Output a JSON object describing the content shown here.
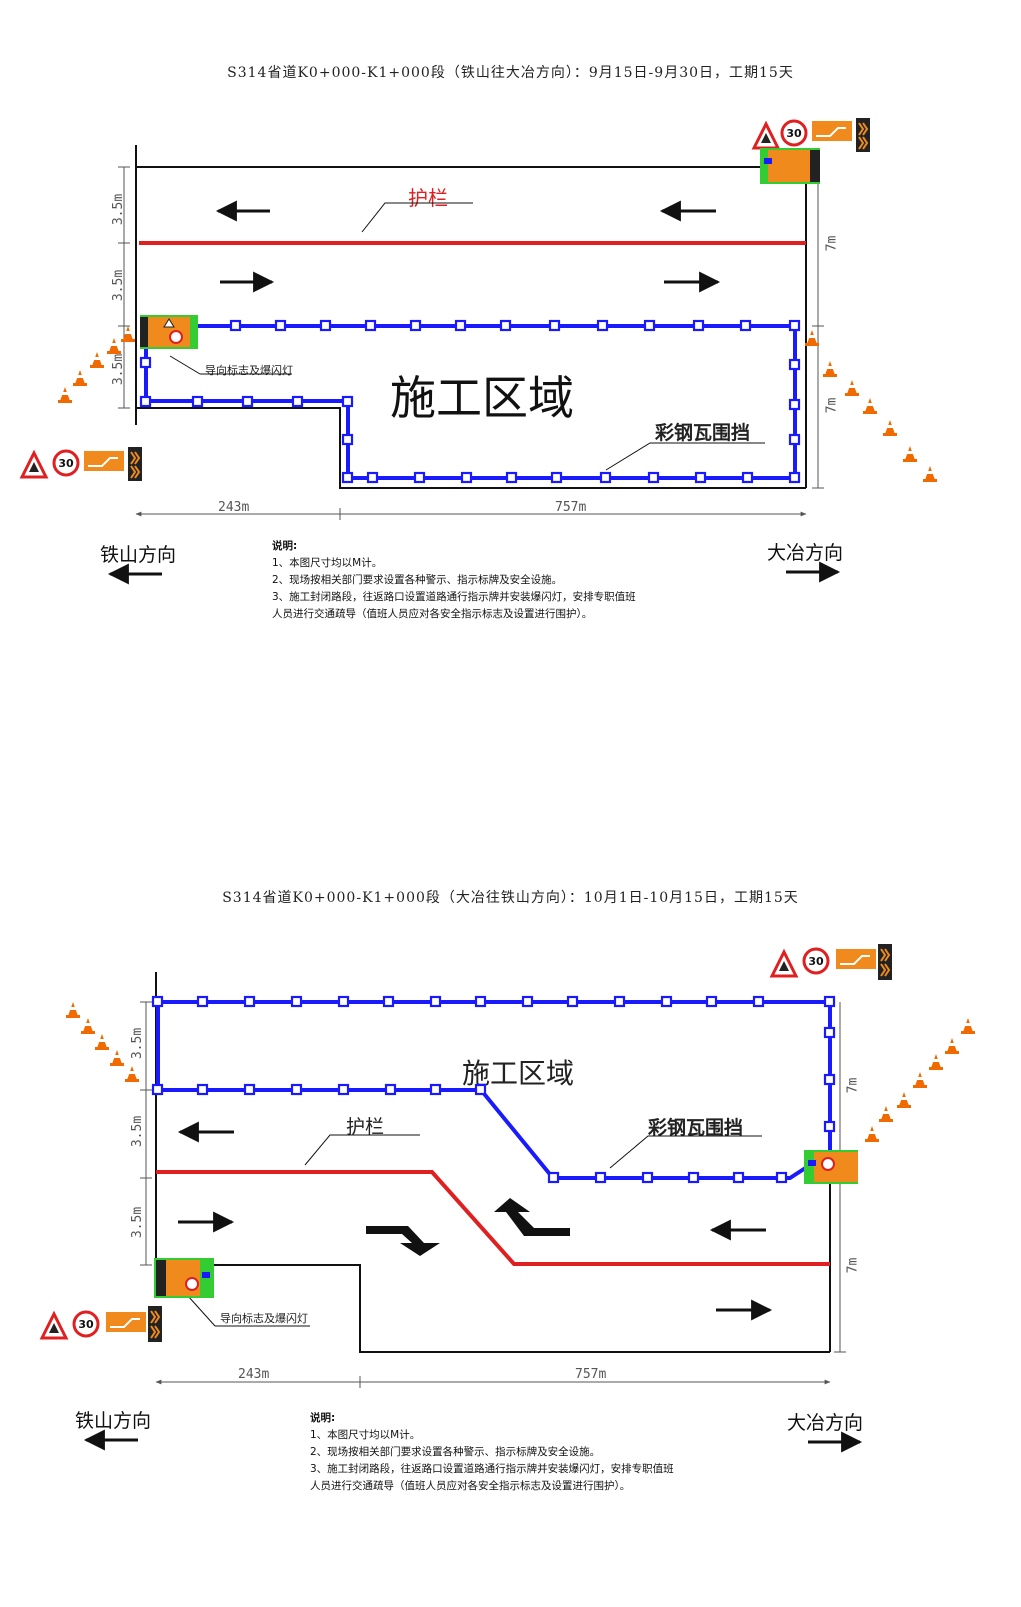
{
  "panel1": {
    "title": "S314省道K0+000-K1+000段（铁山往大冶方向）：9月15日-9月30日，工期15天",
    "zone_label": "施工区域",
    "guardrail_label": "护栏",
    "fence_label": "彩钢瓦围挡",
    "sign_label": "导向标志及爆闪灯",
    "dim_left": "243m",
    "dim_right": "757m",
    "lane_dim": "3.5m",
    "half_dim": "7m",
    "dir_left": "铁山方向",
    "dir_right": "大冶方向",
    "notes_title": "说明:",
    "notes": [
      "1、本图尺寸均以M计。",
      "2、现场按相关部门要求设置各种警示、指示标牌及安全设施。",
      "3、施工封闭路段，往返路口设置道路通行指示牌并安装爆闪灯，安排专职值班",
      "人员进行交通疏导（值班人员应对各安全指示标志及设置进行围护）。"
    ]
  },
  "panel2": {
    "title": "S314省道K0+000-K1+000段（大冶往铁山方向）：10月1日-10月15日，工期15天",
    "zone_label": "施工区域",
    "guardrail_label": "护栏",
    "fence_label": "彩钢瓦围挡",
    "sign_label": "导向标志及爆闪灯",
    "dim_left": "243m",
    "dim_right": "757m",
    "lane_dim": "3.5m",
    "half_dim": "7m",
    "dir_left": "铁山方向",
    "dir_right": "大冶方向",
    "notes_title": "说明:",
    "notes": [
      "1、本图尺寸均以M计。",
      "2、现场按相关部门要求设置各种警示、指示标牌及安全设施。",
      "3、施工封闭路段，往返路口设置道路通行指示牌并安装爆闪灯，安排专职值班",
      "人员进行交通疏导（值班人员应对各安全指示标志及设置进行围护）。"
    ]
  },
  "sign": {
    "speed_limit": "30",
    "icons": [
      "road-work-triangle-icon",
      "speed-limit-icon",
      "lane-shift-arrow-icon",
      "chevron-icon",
      "traffic-cone-icon"
    ]
  },
  "colors": {
    "fence_blue": "#1a1aff",
    "guardrail_red": "#e02020",
    "sign_orange": "#f08a1c",
    "sign_green": "#33cc33"
  }
}
